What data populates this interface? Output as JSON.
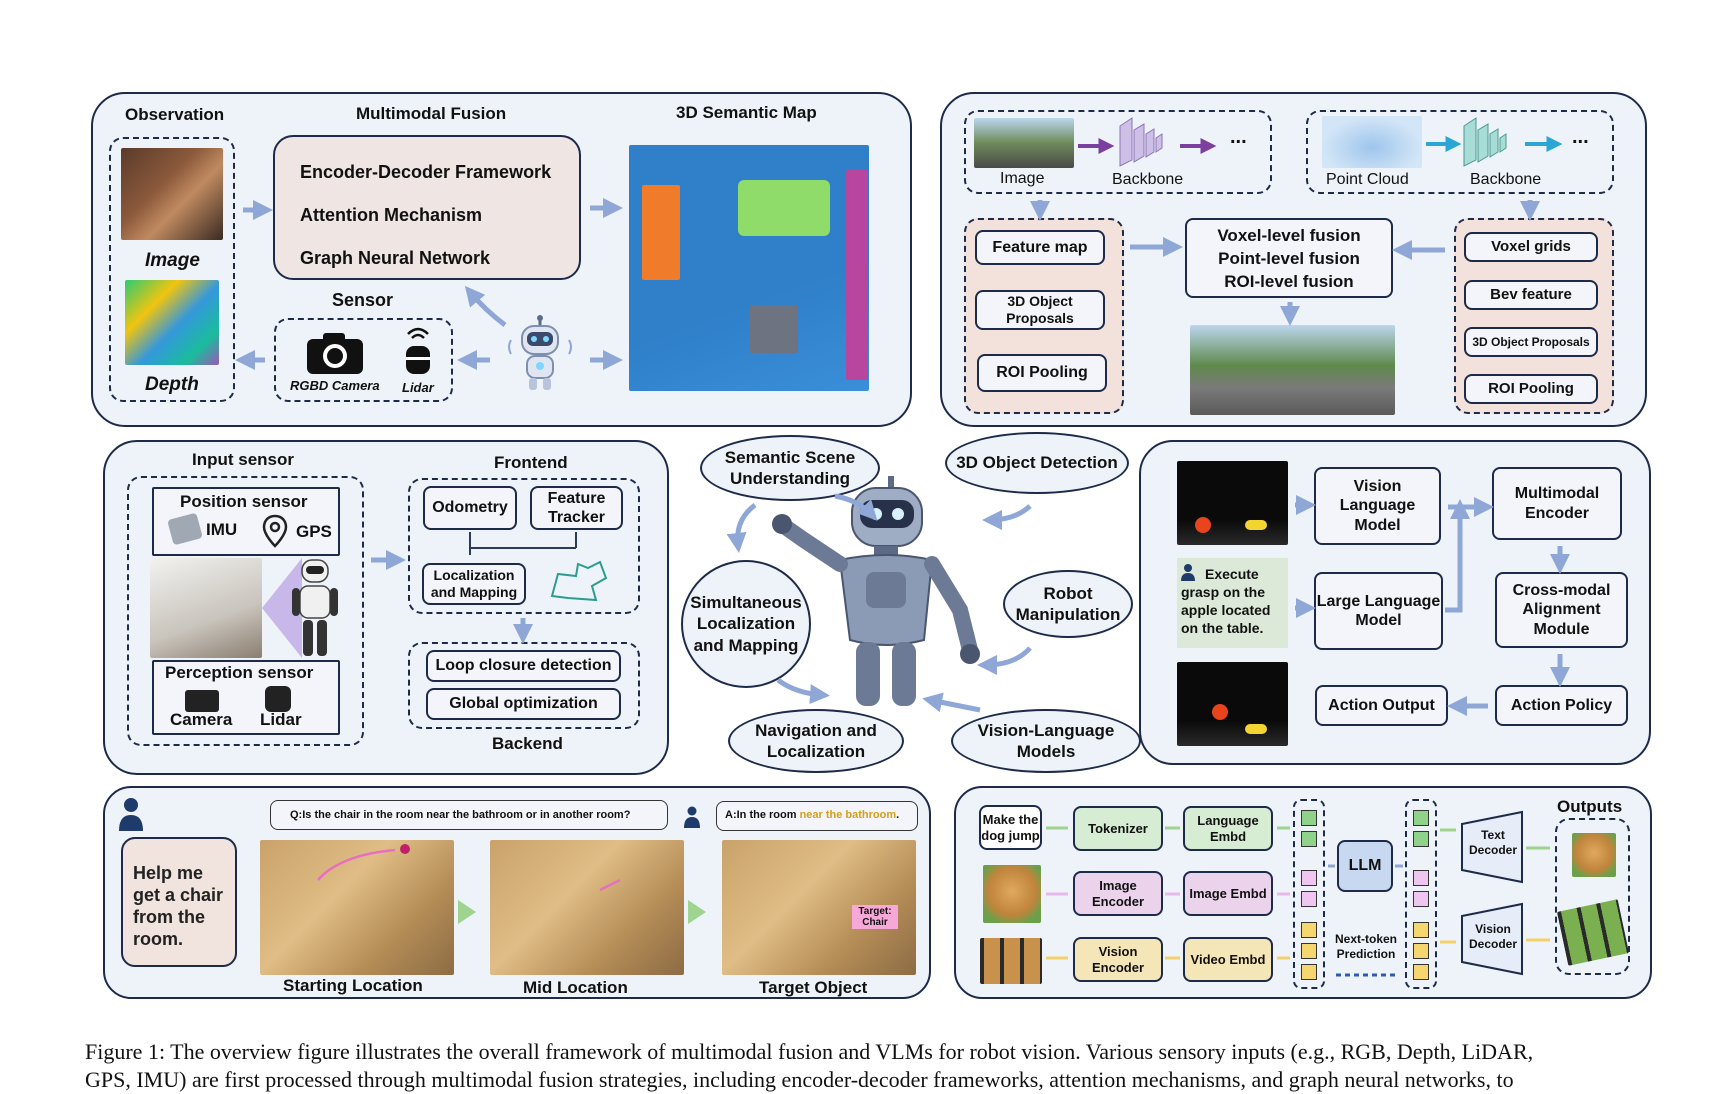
{
  "p1": {
    "observation": "Observation",
    "fusion_title": "Multimodal Fusion",
    "map_title": "3D Semantic Map",
    "image": "Image",
    "depth": "Depth",
    "fusion_items": [
      "Encoder-Decoder Framework",
      "Attention Mechanism",
      "Graph Neural Network"
    ],
    "sensor": "Sensor",
    "rgbd": "RGBD Camera",
    "lidar": "Lidar"
  },
  "p2": {
    "image": "Image",
    "backbone1": "Backbone",
    "pointcloud": "Point Cloud",
    "backbone2": "Backbone",
    "ellipsis1": "...",
    "ellipsis2": "...",
    "left_items": [
      "Feature map",
      "3D Object Proposals",
      "ROI Pooling"
    ],
    "fusion_lines": [
      "Voxel-level fusion",
      "Point-level fusion",
      "ROI-level fusion"
    ],
    "right_items": [
      "Voxel grids",
      "Bev feature",
      "3D Object Proposals",
      "ROI Pooling"
    ]
  },
  "p3": {
    "input_sensor": "Input sensor",
    "frontend": "Frontend",
    "backend": "Backend",
    "position_sensor": "Position sensor",
    "imu": "IMU",
    "gps": "GPS",
    "perception_sensor": "Perception sensor",
    "camera": "Camera",
    "lidar": "Lidar",
    "odometry": "Odometry",
    "feature_tracker": "Feature Tracker",
    "loc_mapping": "Localization and Mapping",
    "loop_closure": "Loop closure detection",
    "global_opt": "Global optimization"
  },
  "center": {
    "semantic": "Semantic Scene Understanding",
    "detection": "3D Object Detection",
    "slam": "Simultaneous Localization and Mapping",
    "manipulation": "Robot Manipulation",
    "navigation": "Navigation and Localization",
    "vlm": "Vision-Language Models"
  },
  "p4": {
    "vlm": "Vision Language Model",
    "llm": "Large Language Model",
    "encoder": "Multimodal Encoder",
    "alignment": "Cross-modal Alignment Module",
    "policy": "Action Policy",
    "output": "Action Output",
    "instruction": "Execute grasp on the apple located on the table."
  },
  "p5": {
    "help": "Help me get a chair from the room.",
    "question": "Q:Is the chair in the room near the bathroom or in another room?",
    "answer_prefix": "A:In the room ",
    "answer_highlight": "near the bathroom",
    "answer_suffix": ".",
    "target_tag": "Target: Chair",
    "start": "Starting Location",
    "mid": "Mid Location",
    "target": "Target Object"
  },
  "p6": {
    "outputs": "Outputs",
    "prompt": "Make the dog jump",
    "tokenizer": "Tokenizer",
    "lang_embd": "Language Embd",
    "image_encoder": "Image Encoder",
    "image_embd": "Image Embd",
    "vision_encoder": "Vision Encoder",
    "video_embd": "Video Embd",
    "llm": "LLM",
    "next_token": "Next-token Prediction",
    "text_decoder": "Text Decoder",
    "vision_decoder": "Vision Decoder"
  },
  "caption": {
    "line1": "Figure 1: The overview figure illustrates the overall framework of multimodal fusion and VLMs for robot vision. Various sensory inputs (e.g., RGB, Depth, LiDAR,",
    "line2": "GPS, IMU) are first processed through multimodal fusion strategies, including encoder-decoder frameworks, attention mechanisms, and graph neural networks, to"
  },
  "colors": {
    "arrow": "#8fa7d6",
    "dark": "#1e2a4a",
    "pink_box": "#f3e1dc",
    "green_box": "#d6ecd3",
    "lilac_box": "#ebd3ec",
    "yellow_box": "#f5e6b8",
    "highlight": "#d4a017"
  }
}
